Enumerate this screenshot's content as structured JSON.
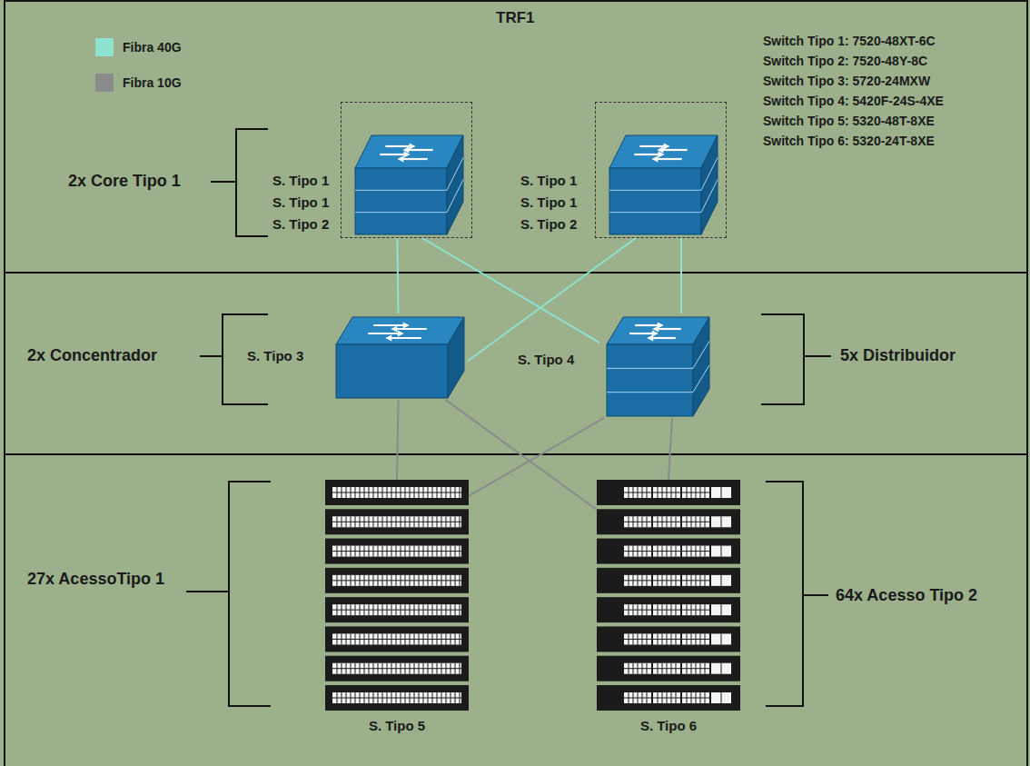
{
  "diagram": {
    "title": "TRF1",
    "nodes": [
      {
        "text": [
          "S. Tipo 1",
          "S. Tipo 1",
          "S. Tipo 2"
        ]
      },
      {
        "text": [
          "S. Tipo 1",
          "S. Tipo 1",
          "S. Tipo 2"
        ]
      },
      {
        "text": [
          "S. Tipo 3"
        ]
      },
      {
        "text": [
          "S. Tipo 4"
        ]
      },
      {
        "text": [
          "S. Tipo 5"
        ]
      },
      {
        "text": [
          "S. Tipo 6"
        ]
      }
    ],
    "edges": [
      {
        "from": 0,
        "to": 2,
        "arrow": "none"
      },
      {
        "from": 0,
        "to": 3,
        "arrow": "none"
      },
      {
        "from": 1,
        "to": 2,
        "arrow": "none"
      },
      {
        "from": 1,
        "to": 3,
        "arrow": "none"
      },
      {
        "from": 2,
        "to": 4,
        "arrow": "none"
      },
      {
        "from": 2,
        "to": 5,
        "arrow": "none"
      },
      {
        "from": 3,
        "to": 4,
        "arrow": "none"
      },
      {
        "from": 3,
        "to": 5,
        "arrow": "none"
      }
    ],
    "labels": [
      "Switch Tipo 1: 7520-48XT-6C",
      "Switch Tipo 2: 7520-48Y-8C",
      "Switch Tipo 3: 5720-24MXW",
      "Switch Tipo 4: 5420F-24S-4XE",
      "Switch Tipo 5: 5320-48T-8XE",
      "Switch Tipo 6: 5320-24T-8XE",
      "2x Core Tipo 1",
      "2x Concentrador",
      "5x Distribuidor",
      "27x AcessoTipo 1",
      "64x Acesso Tipo 2"
    ],
    "legend": [
      {
        "text": "Fibra 40G",
        "color": "#8ee3d0"
      },
      {
        "text": "Fibra 10G",
        "color": "#8a8a8a"
      }
    ]
  }
}
